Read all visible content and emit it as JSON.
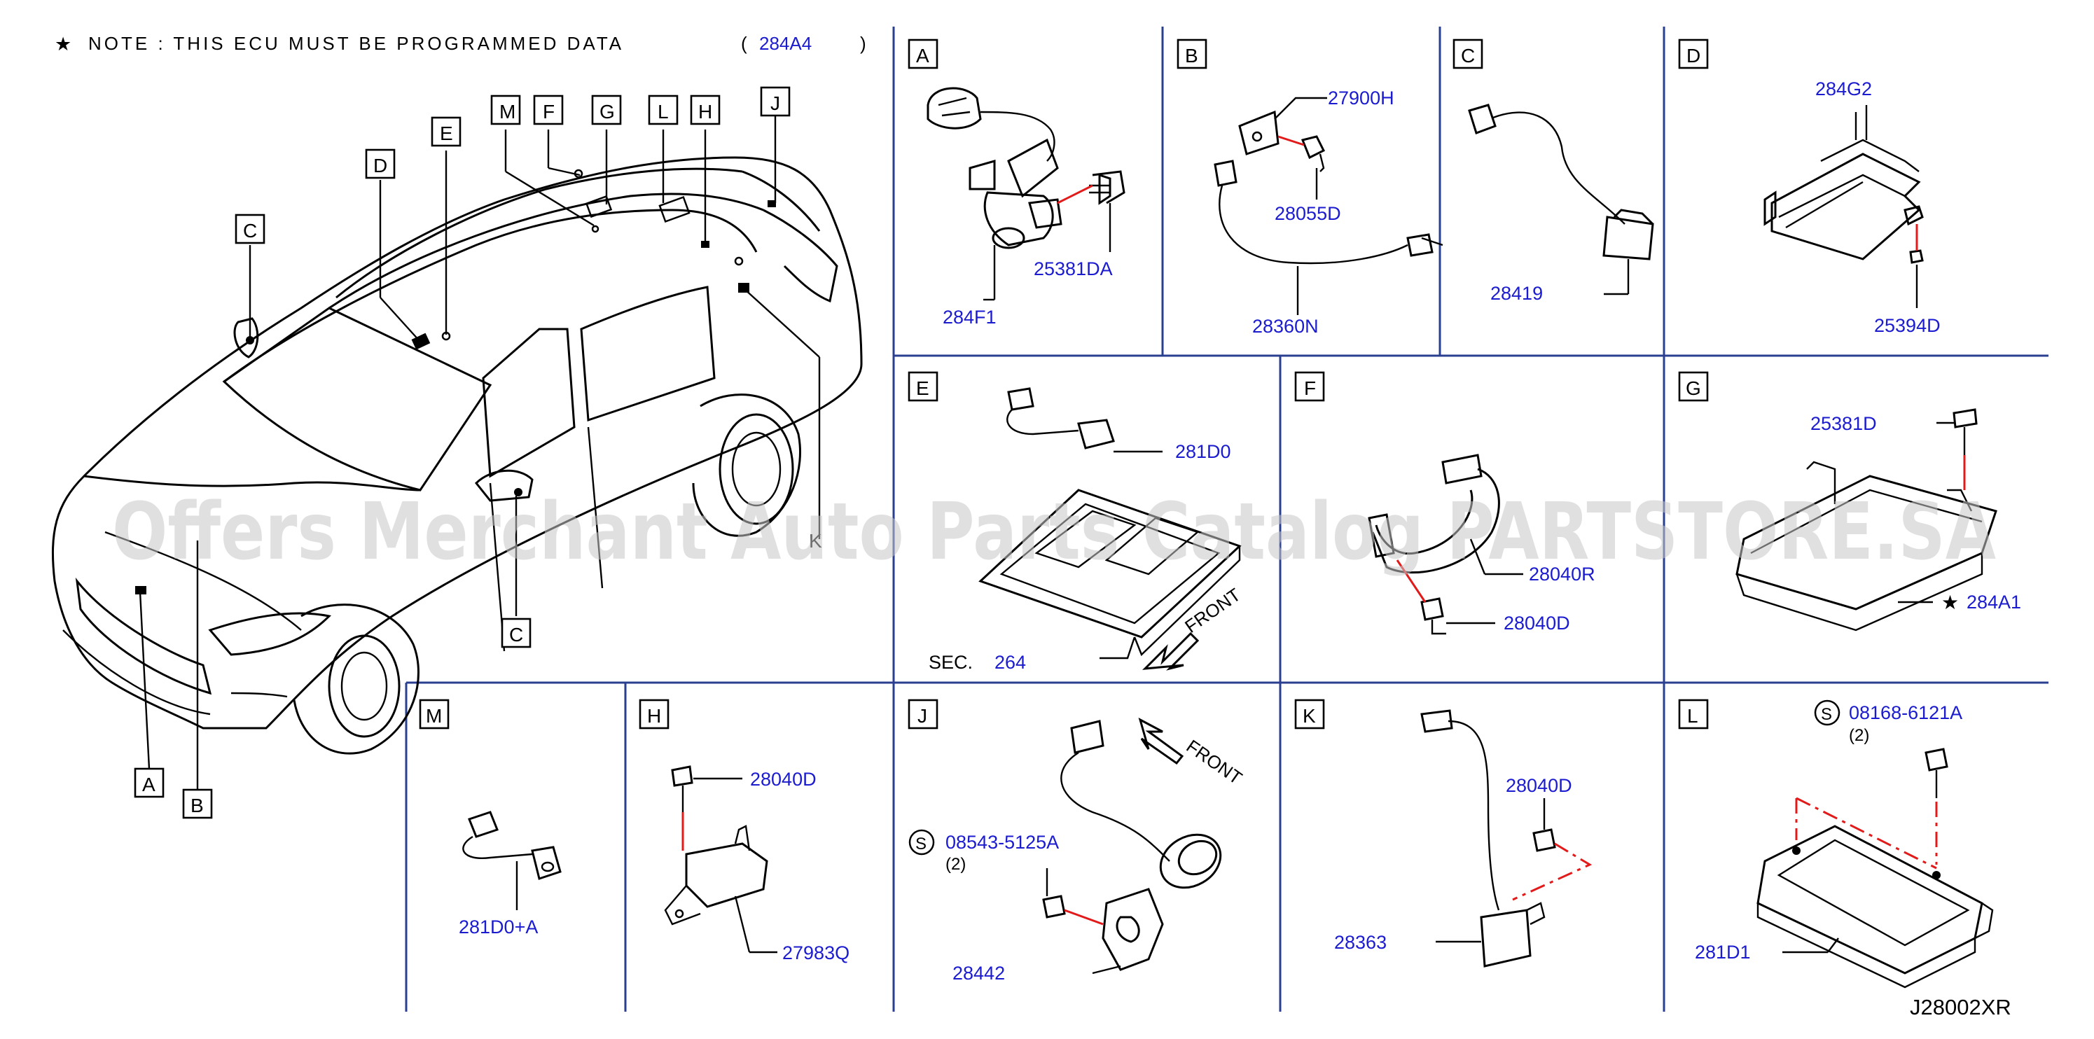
{
  "note": {
    "star": "★",
    "text": "NOTE : THIS ECU MUST BE PROGRAMMED DATA",
    "open": "(",
    "code": "284A4",
    "close": ")"
  },
  "watermark": "Offers Merchant Auto Parts Catalog PARTSTORE.SA",
  "diagram_id": "J28002XR",
  "car_callouts": {
    "M": "M",
    "F": "F",
    "G": "G",
    "L": "L",
    "H": "H",
    "J": "J",
    "E": "E",
    "D": "D",
    "C_top": "C",
    "C_bottom": "C",
    "K": "K",
    "A": "A",
    "B": "B"
  },
  "panels": {
    "A": {
      "letter": "A",
      "parts": [
        "284F1",
        "25381DA"
      ]
    },
    "B": {
      "letter": "B",
      "parts": [
        "27900H",
        "28055D",
        "28360N"
      ]
    },
    "C": {
      "letter": "C",
      "parts": [
        "28419"
      ]
    },
    "D": {
      "letter": "D",
      "parts": [
        "284G2",
        "25394D"
      ]
    },
    "E": {
      "letter": "E",
      "parts": [
        "281D0"
      ],
      "sec_label": "SEC.",
      "sec_num": "264",
      "front": "FRONT"
    },
    "F": {
      "letter": "F",
      "parts": [
        "28040R",
        "28040D"
      ]
    },
    "G": {
      "letter": "G",
      "parts": [
        "25381D",
        "284A1"
      ],
      "star": "★"
    },
    "M": {
      "letter": "M",
      "parts": [
        "281D0+A"
      ]
    },
    "H": {
      "letter": "H",
      "parts": [
        "28040D",
        "27983Q"
      ]
    },
    "J": {
      "letter": "J",
      "parts": [
        "08543-5125A",
        "28442"
      ],
      "s": "S",
      "qty": "(2)",
      "front": "FRONT"
    },
    "K": {
      "letter": "K",
      "parts": [
        "28040D",
        "28363"
      ]
    },
    "L": {
      "letter": "L",
      "parts": [
        "08168-6121A",
        "281D1"
      ],
      "s": "S",
      "qty": "(2)"
    }
  },
  "colors": {
    "part_number": "#1b1bd0",
    "leader": "#e21a1a",
    "divider": "#2a3f8f"
  }
}
